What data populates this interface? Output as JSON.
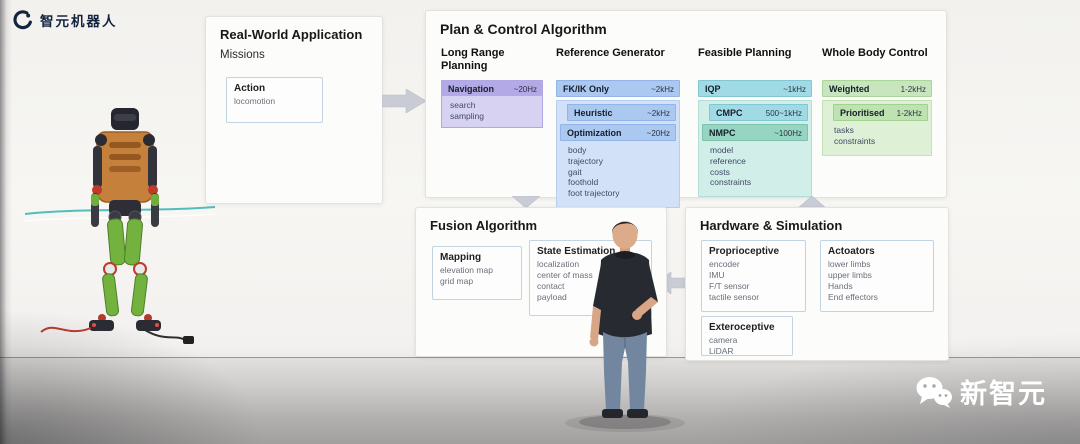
{
  "logo": {
    "text": "智元机器人"
  },
  "watermark": {
    "text": "新智元"
  },
  "real_world": {
    "title": "Real-World Application",
    "subtitle": "Missions",
    "action": {
      "title": "Action",
      "items": "locomotion"
    }
  },
  "plan_control": {
    "title": "Plan & Control Algorithm",
    "columns": [
      {
        "title": "Long Range Planning",
        "blocks": [
          {
            "label": "Navigation",
            "freq": "~20Hz",
            "items": "search\nsampling"
          }
        ]
      },
      {
        "title": "Reference Generator",
        "blocks": [
          {
            "label": "FK/IK Only",
            "freq": "~2kHz"
          },
          {
            "label": "Heuristic",
            "freq": "~2kHz"
          },
          {
            "label": "Optimization",
            "freq": "~20Hz",
            "items": "body\ntrajectory\ngait\nfoothold\nfoot trajectory"
          }
        ]
      },
      {
        "title": "Feasible Planning",
        "blocks": [
          {
            "label": "IQP",
            "freq": "~1kHz"
          },
          {
            "label": "CMPC",
            "freq": "500~1kHz"
          },
          {
            "label": "NMPC",
            "freq": "~100Hz",
            "items": "model\nreference\ncosts\nconstraints"
          }
        ]
      },
      {
        "title": "Whole Body Control",
        "blocks": [
          {
            "label": "Weighted",
            "freq": "1-2kHz"
          },
          {
            "label": "Prioritised",
            "freq": "1-2kHz",
            "items": "tasks\nconstraints"
          }
        ]
      }
    ]
  },
  "fusion": {
    "title": "Fusion Algorithm",
    "boxes": [
      {
        "title": "Mapping",
        "items": "elevation map\ngrid map"
      },
      {
        "title": "State Estimation",
        "items": "localization\ncenter of mass\ncontact\npayload"
      }
    ]
  },
  "hardware": {
    "title": "Hardware & Simulation",
    "boxes": [
      {
        "title": "Proprioceptive",
        "items": "encoder\nIMU\nF/T sensor\ntactile sensor"
      },
      {
        "title": "Actoators",
        "items": "lower limbs\nupper limbs\nHands\nEnd effectors"
      },
      {
        "title": "Exteroceptive",
        "items": "camera\nLiDAR"
      }
    ]
  },
  "colors": {
    "purple": "#b2a9e6",
    "blue": "#abc8f1",
    "cyan": "#a0dae5",
    "teal": "#97d5c3",
    "green": "#c8e6bd",
    "arrow": "#c9ccd5",
    "logo_navy": "#14233f"
  }
}
